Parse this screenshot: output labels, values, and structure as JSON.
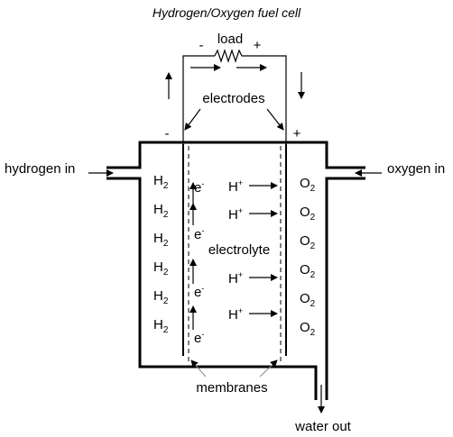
{
  "title": "Hydrogen/Oxygen fuel cell",
  "labels": {
    "load": "load",
    "load_minus": "-",
    "load_plus": "+",
    "electrodes": "electrodes",
    "electrode_minus": "-",
    "electrode_plus": "+",
    "hydrogen_in": "hydrogen in",
    "oxygen_in": "oxygen in",
    "electrolyte": "electrolyte",
    "membranes": "membranes",
    "water_out": "water out"
  },
  "species": {
    "hydrogen": "H",
    "hydrogen_sub": "2",
    "oxygen": "O",
    "oxygen_sub": "2",
    "electron": "e",
    "electron_sup": "-",
    "proton": "H",
    "proton_sup": "+"
  },
  "colors": {
    "electrolyte": "#0000cc",
    "membranes": "#808080",
    "lines": "#000000"
  }
}
